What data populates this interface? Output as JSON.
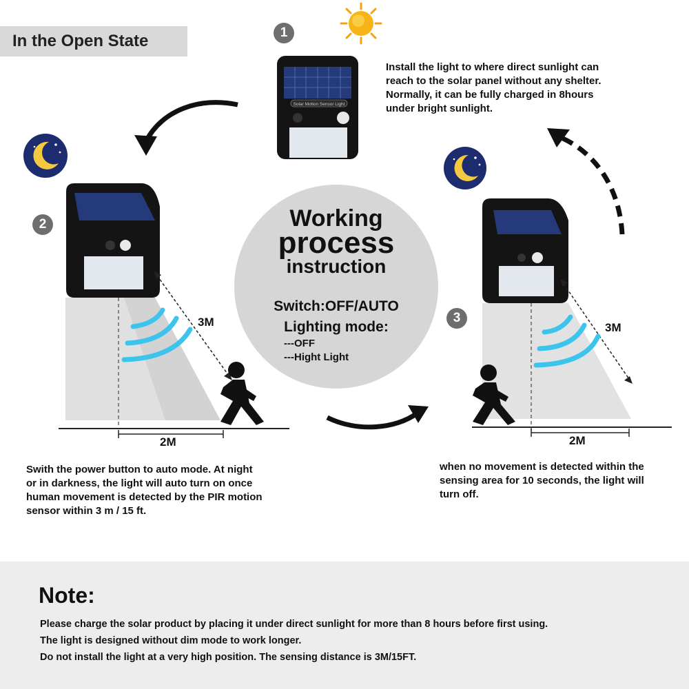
{
  "state_label": "In the Open State",
  "steps": [
    {
      "number": "1",
      "text_lines": [
        "Install the light to where direct sunlight can",
        "reach to the solar panel without any shelter.",
        "Normally, it can be fully charged in 8hours",
        "under bright sunlight."
      ]
    },
    {
      "number": "2",
      "text_lines": [
        "Swith the power button to auto mode. At night",
        "or in darkness, the light will auto turn on once",
        "human movement is detected by the PIR motion",
        "sensor within 3 m / 15 ft."
      ],
      "range_label": "3M",
      "ground_label": "2M"
    },
    {
      "number": "3",
      "text_lines": [
        "when no movement is detected within the",
        "sensing area for 10 seconds, the light will",
        "turn off."
      ],
      "range_label": "3M",
      "ground_label": "2M"
    }
  ],
  "device_label": "Solar Motion Sensor Light",
  "center": {
    "title_line1": "Working",
    "title_line2": "process",
    "title_line3": "instruction",
    "switch_text": "Switch:OFF/AUTO",
    "mode_title": "Lighting mode:",
    "mode_off": "---OFF",
    "mode_high": "---Hight Light"
  },
  "note": {
    "title": "Note:",
    "lines": [
      "Please charge the solar product by placing it under direct sunlight for more than 8 hours before first using.",
      "The light is designed without dim mode to work longer.",
      "Do not install the light at a very high position. The sensing distance is 3M/15FT."
    ]
  },
  "colors": {
    "accent_blue": "#3cc4ec",
    "moon_bg": "#1c2c6e",
    "moon": "#f5c842",
    "sun": "#f6a10e",
    "device_black": "#141414"
  },
  "icons": [
    "sun-icon",
    "moon-icon",
    "walking-person-icon",
    "solar-light-device"
  ]
}
